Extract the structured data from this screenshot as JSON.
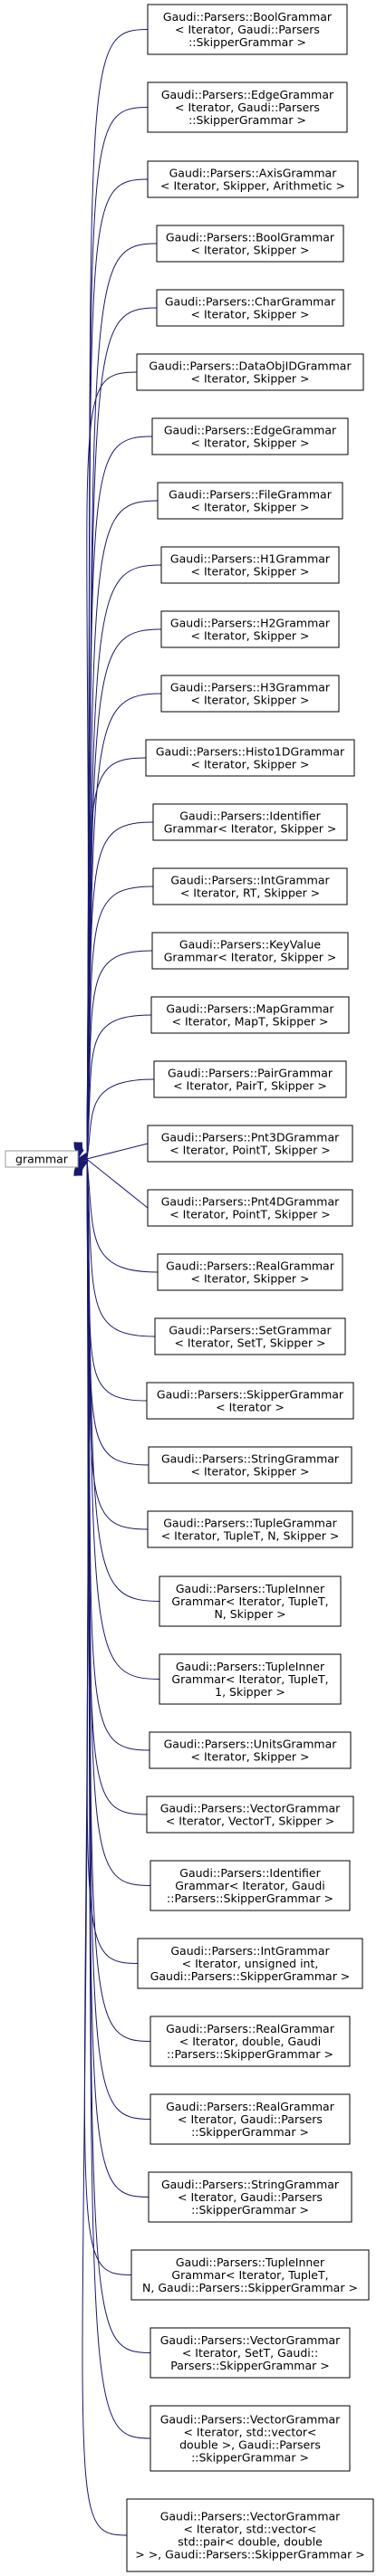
{
  "diagram": {
    "root": {
      "label": "grammar"
    },
    "nodes": [
      {
        "lines": [
          "Gaudi::Parsers::BoolGrammar",
          "< Iterator, Gaudi::Parsers",
          "::SkipperGrammar >"
        ]
      },
      {
        "lines": [
          "Gaudi::Parsers::EdgeGrammar",
          "< Iterator, Gaudi::Parsers",
          "::SkipperGrammar >"
        ]
      },
      {
        "lines": [
          "Gaudi::Parsers::AxisGrammar",
          "< Iterator, Skipper, Arithmetic >"
        ]
      },
      {
        "lines": [
          "Gaudi::Parsers::BoolGrammar",
          "< Iterator, Skipper >"
        ]
      },
      {
        "lines": [
          "Gaudi::Parsers::CharGrammar",
          "< Iterator, Skipper >"
        ]
      },
      {
        "lines": [
          "Gaudi::Parsers::DataObjIDGrammar",
          "< Iterator, Skipper >"
        ]
      },
      {
        "lines": [
          "Gaudi::Parsers::EdgeGrammar",
          "< Iterator, Skipper >"
        ]
      },
      {
        "lines": [
          "Gaudi::Parsers::FileGrammar",
          "< Iterator, Skipper >"
        ]
      },
      {
        "lines": [
          "Gaudi::Parsers::H1Grammar",
          "< Iterator, Skipper >"
        ]
      },
      {
        "lines": [
          "Gaudi::Parsers::H2Grammar",
          "< Iterator, Skipper >"
        ]
      },
      {
        "lines": [
          "Gaudi::Parsers::H3Grammar",
          "< Iterator, Skipper >"
        ]
      },
      {
        "lines": [
          "Gaudi::Parsers::Histo1DGrammar",
          "< Iterator, Skipper >"
        ]
      },
      {
        "lines": [
          "Gaudi::Parsers::Identifier",
          "Grammar< Iterator, Skipper >"
        ]
      },
      {
        "lines": [
          "Gaudi::Parsers::IntGrammar",
          "< Iterator, RT, Skipper >"
        ]
      },
      {
        "lines": [
          "Gaudi::Parsers::KeyValue",
          "Grammar< Iterator, Skipper >"
        ]
      },
      {
        "lines": [
          "Gaudi::Parsers::MapGrammar",
          "< Iterator, MapT, Skipper >"
        ]
      },
      {
        "lines": [
          "Gaudi::Parsers::PairGrammar",
          "< Iterator, PairT, Skipper >"
        ]
      },
      {
        "lines": [
          "Gaudi::Parsers::Pnt3DGrammar",
          "< Iterator, PointT, Skipper >"
        ]
      },
      {
        "lines": [
          "Gaudi::Parsers::Pnt4DGrammar",
          "< Iterator, PointT, Skipper >"
        ]
      },
      {
        "lines": [
          "Gaudi::Parsers::RealGrammar",
          "< Iterator, Skipper >"
        ]
      },
      {
        "lines": [
          "Gaudi::Parsers::SetGrammar",
          "< Iterator, SetT, Skipper >"
        ]
      },
      {
        "lines": [
          "Gaudi::Parsers::SkipperGrammar",
          "< Iterator >"
        ]
      },
      {
        "lines": [
          "Gaudi::Parsers::StringGrammar",
          "< Iterator, Skipper >"
        ]
      },
      {
        "lines": [
          "Gaudi::Parsers::TupleGrammar",
          "< Iterator, TupleT, N, Skipper >"
        ]
      },
      {
        "lines": [
          "Gaudi::Parsers::TupleInner",
          "Grammar< Iterator, TupleT,",
          "N, Skipper >"
        ]
      },
      {
        "lines": [
          "Gaudi::Parsers::TupleInner",
          "Grammar< Iterator, TupleT,",
          "1, Skipper >"
        ]
      },
      {
        "lines": [
          "Gaudi::Parsers::UnitsGrammar",
          "< Iterator, Skipper >"
        ]
      },
      {
        "lines": [
          "Gaudi::Parsers::VectorGrammar",
          "< Iterator, VectorT, Skipper >"
        ]
      },
      {
        "lines": [
          "Gaudi::Parsers::Identifier",
          "Grammar< Iterator, Gaudi",
          "::Parsers::SkipperGrammar >"
        ]
      },
      {
        "lines": [
          "Gaudi::Parsers::IntGrammar",
          "< Iterator, unsigned int,",
          "Gaudi::Parsers::SkipperGrammar >"
        ]
      },
      {
        "lines": [
          "Gaudi::Parsers::RealGrammar",
          "< Iterator, double, Gaudi",
          "::Parsers::SkipperGrammar >"
        ]
      },
      {
        "lines": [
          "Gaudi::Parsers::RealGrammar",
          "< Iterator, Gaudi::Parsers",
          "::SkipperGrammar >"
        ]
      },
      {
        "lines": [
          "Gaudi::Parsers::StringGrammar",
          "< Iterator, Gaudi::Parsers",
          "::SkipperGrammar >"
        ]
      },
      {
        "lines": [
          "Gaudi::Parsers::TupleInner",
          "Grammar< Iterator, TupleT,",
          "N, Gaudi::Parsers::SkipperGrammar >"
        ]
      },
      {
        "lines": [
          "Gaudi::Parsers::VectorGrammar",
          "< Iterator, SetT, Gaudi::",
          "Parsers::SkipperGrammar >"
        ]
      },
      {
        "lines": [
          "Gaudi::Parsers::VectorGrammar",
          "< Iterator, std::vector<",
          "double >, Gaudi::Parsers",
          "::SkipperGrammar >"
        ]
      },
      {
        "lines": [
          "Gaudi::Parsers::VectorGrammar",
          "< Iterator, std::vector<",
          "std::pair< double, double",
          "> >, Gaudi::Parsers::SkipperGrammar >"
        ]
      }
    ]
  }
}
